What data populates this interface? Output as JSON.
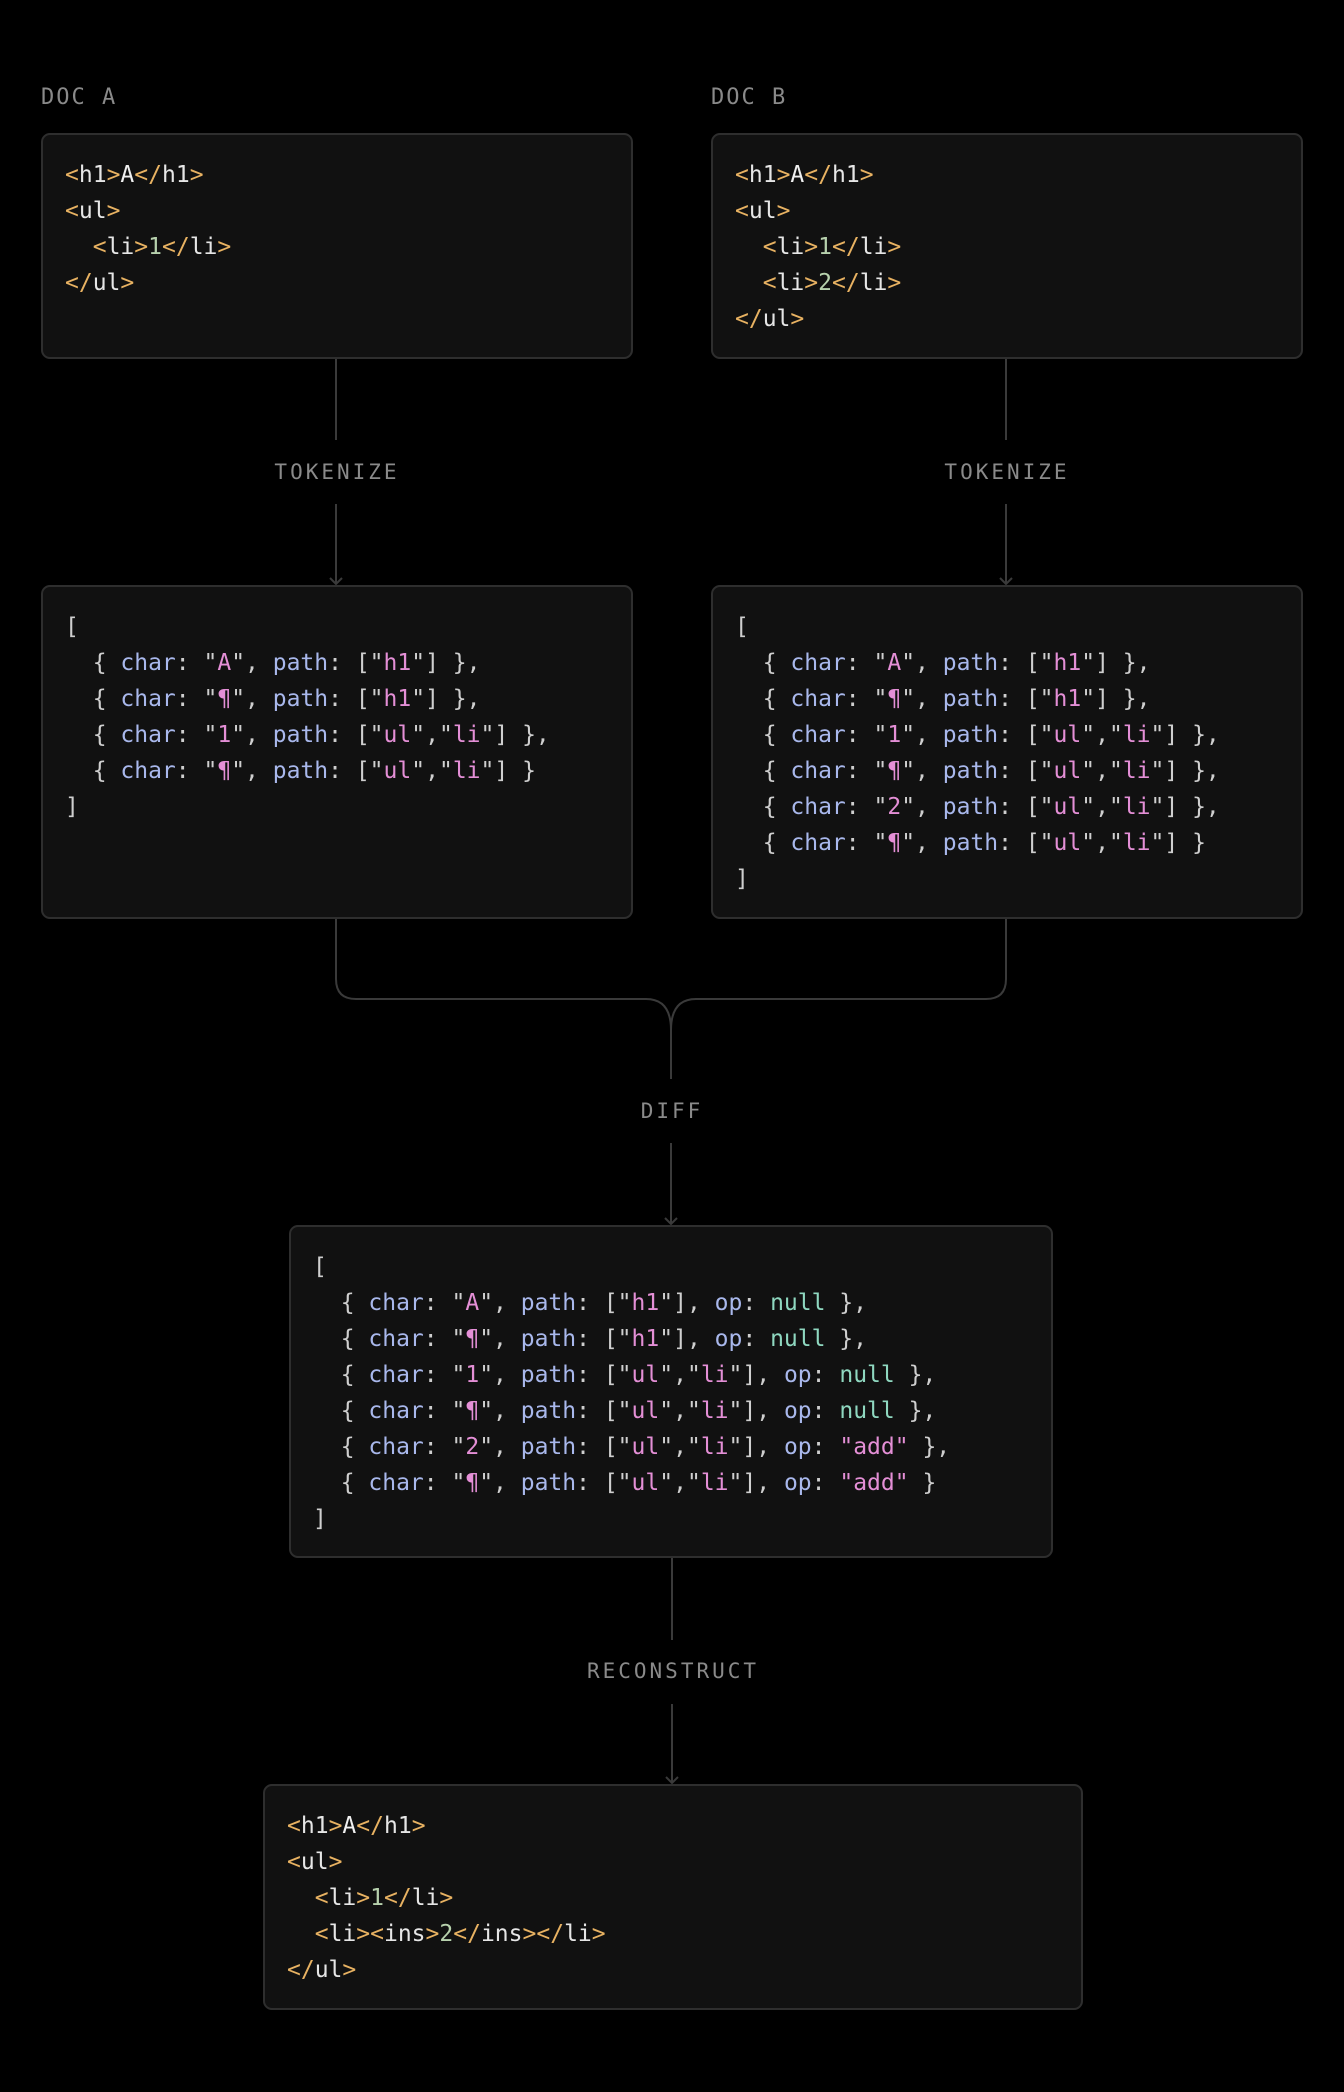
{
  "colors": {
    "background": "#000000",
    "box_bg": "#111111",
    "box_border": "#2e2e2e",
    "wire": "#3a3a3a",
    "label": "#8a8a8a",
    "bracket": "#e8b262",
    "tag": "#e6e6e6",
    "text_number": "#b7d1ad",
    "key": "#a9b8ec",
    "string": "#e48fd6",
    "null": "#8fd8c0",
    "punct": "#cfcfcf"
  },
  "doc_a": {
    "title": "DOC A",
    "html_lines": [
      [
        {
          "c": "br",
          "t": "<"
        },
        {
          "c": "tag",
          "t": "h1"
        },
        {
          "c": "br",
          "t": ">"
        },
        {
          "c": "text",
          "t": "A"
        },
        {
          "c": "br",
          "t": "</"
        },
        {
          "c": "tag",
          "t": "h1"
        },
        {
          "c": "br",
          "t": ">"
        }
      ],
      [
        {
          "c": "br",
          "t": "<"
        },
        {
          "c": "tag",
          "t": "ul"
        },
        {
          "c": "br",
          "t": ">"
        }
      ],
      [
        {
          "c": "pun",
          "t": "  "
        },
        {
          "c": "br",
          "t": "<"
        },
        {
          "c": "tag",
          "t": "li"
        },
        {
          "c": "br",
          "t": ">"
        },
        {
          "c": "num",
          "t": "1"
        },
        {
          "c": "br",
          "t": "</"
        },
        {
          "c": "tag",
          "t": "li"
        },
        {
          "c": "br",
          "t": ">"
        }
      ],
      [
        {
          "c": "br",
          "t": "</"
        },
        {
          "c": "tag",
          "t": "ul"
        },
        {
          "c": "br",
          "t": ">"
        }
      ]
    ]
  },
  "doc_b": {
    "title": "DOC B",
    "html_lines": [
      [
        {
          "c": "br",
          "t": "<"
        },
        {
          "c": "tag",
          "t": "h1"
        },
        {
          "c": "br",
          "t": ">"
        },
        {
          "c": "text",
          "t": "A"
        },
        {
          "c": "br",
          "t": "</"
        },
        {
          "c": "tag",
          "t": "h1"
        },
        {
          "c": "br",
          "t": ">"
        }
      ],
      [
        {
          "c": "br",
          "t": "<"
        },
        {
          "c": "tag",
          "t": "ul"
        },
        {
          "c": "br",
          "t": ">"
        }
      ],
      [
        {
          "c": "pun",
          "t": "  "
        },
        {
          "c": "br",
          "t": "<"
        },
        {
          "c": "tag",
          "t": "li"
        },
        {
          "c": "br",
          "t": ">"
        },
        {
          "c": "num",
          "t": "1"
        },
        {
          "c": "br",
          "t": "</"
        },
        {
          "c": "tag",
          "t": "li"
        },
        {
          "c": "br",
          "t": ">"
        }
      ],
      [
        {
          "c": "pun",
          "t": "  "
        },
        {
          "c": "br",
          "t": "<"
        },
        {
          "c": "tag",
          "t": "li"
        },
        {
          "c": "br",
          "t": ">"
        },
        {
          "c": "num",
          "t": "2"
        },
        {
          "c": "br",
          "t": "</"
        },
        {
          "c": "tag",
          "t": "li"
        },
        {
          "c": "br",
          "t": ">"
        }
      ],
      [
        {
          "c": "br",
          "t": "</"
        },
        {
          "c": "tag",
          "t": "ul"
        },
        {
          "c": "br",
          "t": ">"
        }
      ]
    ]
  },
  "steps": {
    "tokenize": "TOKENIZE",
    "diff": "DIFF",
    "reconstruct": "RECONSTRUCT"
  },
  "tokens_a": [
    {
      "char": "A",
      "path": [
        "h1"
      ]
    },
    {
      "char": "¶",
      "path": [
        "h1"
      ]
    },
    {
      "char": "1",
      "path": [
        "ul",
        "li"
      ]
    },
    {
      "char": "¶",
      "path": [
        "ul",
        "li"
      ]
    }
  ],
  "tokens_b": [
    {
      "char": "A",
      "path": [
        "h1"
      ]
    },
    {
      "char": "¶",
      "path": [
        "h1"
      ]
    },
    {
      "char": "1",
      "path": [
        "ul",
        "li"
      ]
    },
    {
      "char": "¶",
      "path": [
        "ul",
        "li"
      ]
    },
    {
      "char": "2",
      "path": [
        "ul",
        "li"
      ]
    },
    {
      "char": "¶",
      "path": [
        "ul",
        "li"
      ]
    }
  ],
  "diff_tokens": [
    {
      "char": "A",
      "path": [
        "h1"
      ],
      "op": null
    },
    {
      "char": "¶",
      "path": [
        "h1"
      ],
      "op": null
    },
    {
      "char": "1",
      "path": [
        "ul",
        "li"
      ],
      "op": null
    },
    {
      "char": "¶",
      "path": [
        "ul",
        "li"
      ],
      "op": null
    },
    {
      "char": "2",
      "path": [
        "ul",
        "li"
      ],
      "op": "add"
    },
    {
      "char": "¶",
      "path": [
        "ul",
        "li"
      ],
      "op": "add"
    }
  ],
  "reconstructed": {
    "html_lines": [
      [
        {
          "c": "br",
          "t": "<"
        },
        {
          "c": "tag",
          "t": "h1"
        },
        {
          "c": "br",
          "t": ">"
        },
        {
          "c": "text",
          "t": "A"
        },
        {
          "c": "br",
          "t": "</"
        },
        {
          "c": "tag",
          "t": "h1"
        },
        {
          "c": "br",
          "t": ">"
        }
      ],
      [
        {
          "c": "br",
          "t": "<"
        },
        {
          "c": "tag",
          "t": "ul"
        },
        {
          "c": "br",
          "t": ">"
        }
      ],
      [
        {
          "c": "pun",
          "t": "  "
        },
        {
          "c": "br",
          "t": "<"
        },
        {
          "c": "tag",
          "t": "li"
        },
        {
          "c": "br",
          "t": ">"
        },
        {
          "c": "num",
          "t": "1"
        },
        {
          "c": "br",
          "t": "</"
        },
        {
          "c": "tag",
          "t": "li"
        },
        {
          "c": "br",
          "t": ">"
        }
      ],
      [
        {
          "c": "pun",
          "t": "  "
        },
        {
          "c": "br",
          "t": "<"
        },
        {
          "c": "tag",
          "t": "li"
        },
        {
          "c": "br",
          "t": ">"
        },
        {
          "c": "br",
          "t": "<"
        },
        {
          "c": "tag",
          "t": "ins"
        },
        {
          "c": "br",
          "t": ">"
        },
        {
          "c": "num",
          "t": "2"
        },
        {
          "c": "br",
          "t": "</"
        },
        {
          "c": "tag",
          "t": "ins"
        },
        {
          "c": "br",
          "t": ">"
        },
        {
          "c": "br",
          "t": "</"
        },
        {
          "c": "tag",
          "t": "li"
        },
        {
          "c": "br",
          "t": ">"
        }
      ],
      [
        {
          "c": "br",
          "t": "</"
        },
        {
          "c": "tag",
          "t": "ul"
        },
        {
          "c": "br",
          "t": ">"
        }
      ]
    ]
  },
  "syntax": {
    "open_array": "[",
    "close_array": "]",
    "key_char": "char",
    "key_path": "path",
    "key_op": "op",
    "null_literal": "null"
  }
}
